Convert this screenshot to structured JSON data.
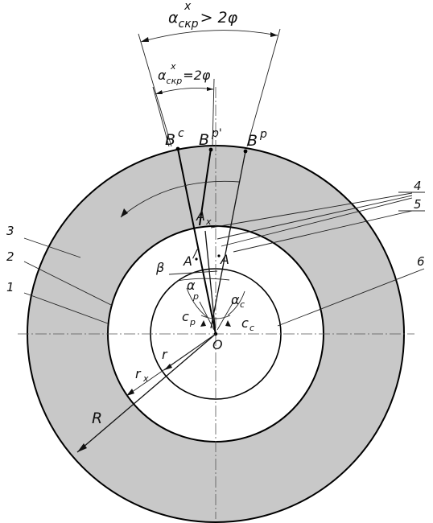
{
  "colors": {
    "ring_fill": "#c8c8c8",
    "inner_fill": "#ffffff",
    "line": "#111111"
  },
  "labels": {
    "angle_large": "α",
    "angle_large_sup": "x",
    "angle_large_sub": "скр",
    "angle_large_rel": "> 2φ",
    "angle_small": "α",
    "angle_small_sup": "x",
    "angle_small_sub": "скр",
    "angle_small_rel": "=2φ",
    "Bc": "B",
    "Bc_sup": "c",
    "Bp1": "B",
    "Bp1_sup": "p'",
    "Bp": "B",
    "Bp_sup": "p",
    "Ax": "A",
    "Ax_sub": "x",
    "A1": "A",
    "A1_sup": "/",
    "A": "A",
    "beta": "β",
    "alpha_p": "α",
    "alpha_p_sub": "p",
    "alpha_c": "α",
    "alpha_c_sub": "c",
    "c_p": "c",
    "c_p_sub": "p",
    "c_c": "c",
    "c_c_sub": "c",
    "O": "O",
    "r": "r",
    "r_x": "r",
    "r_x_sub": "x",
    "R": "R"
  },
  "callouts": {
    "n1": "1",
    "n2": "2",
    "n3": "3",
    "n4": "4",
    "n5": "5",
    "n6": "6"
  }
}
